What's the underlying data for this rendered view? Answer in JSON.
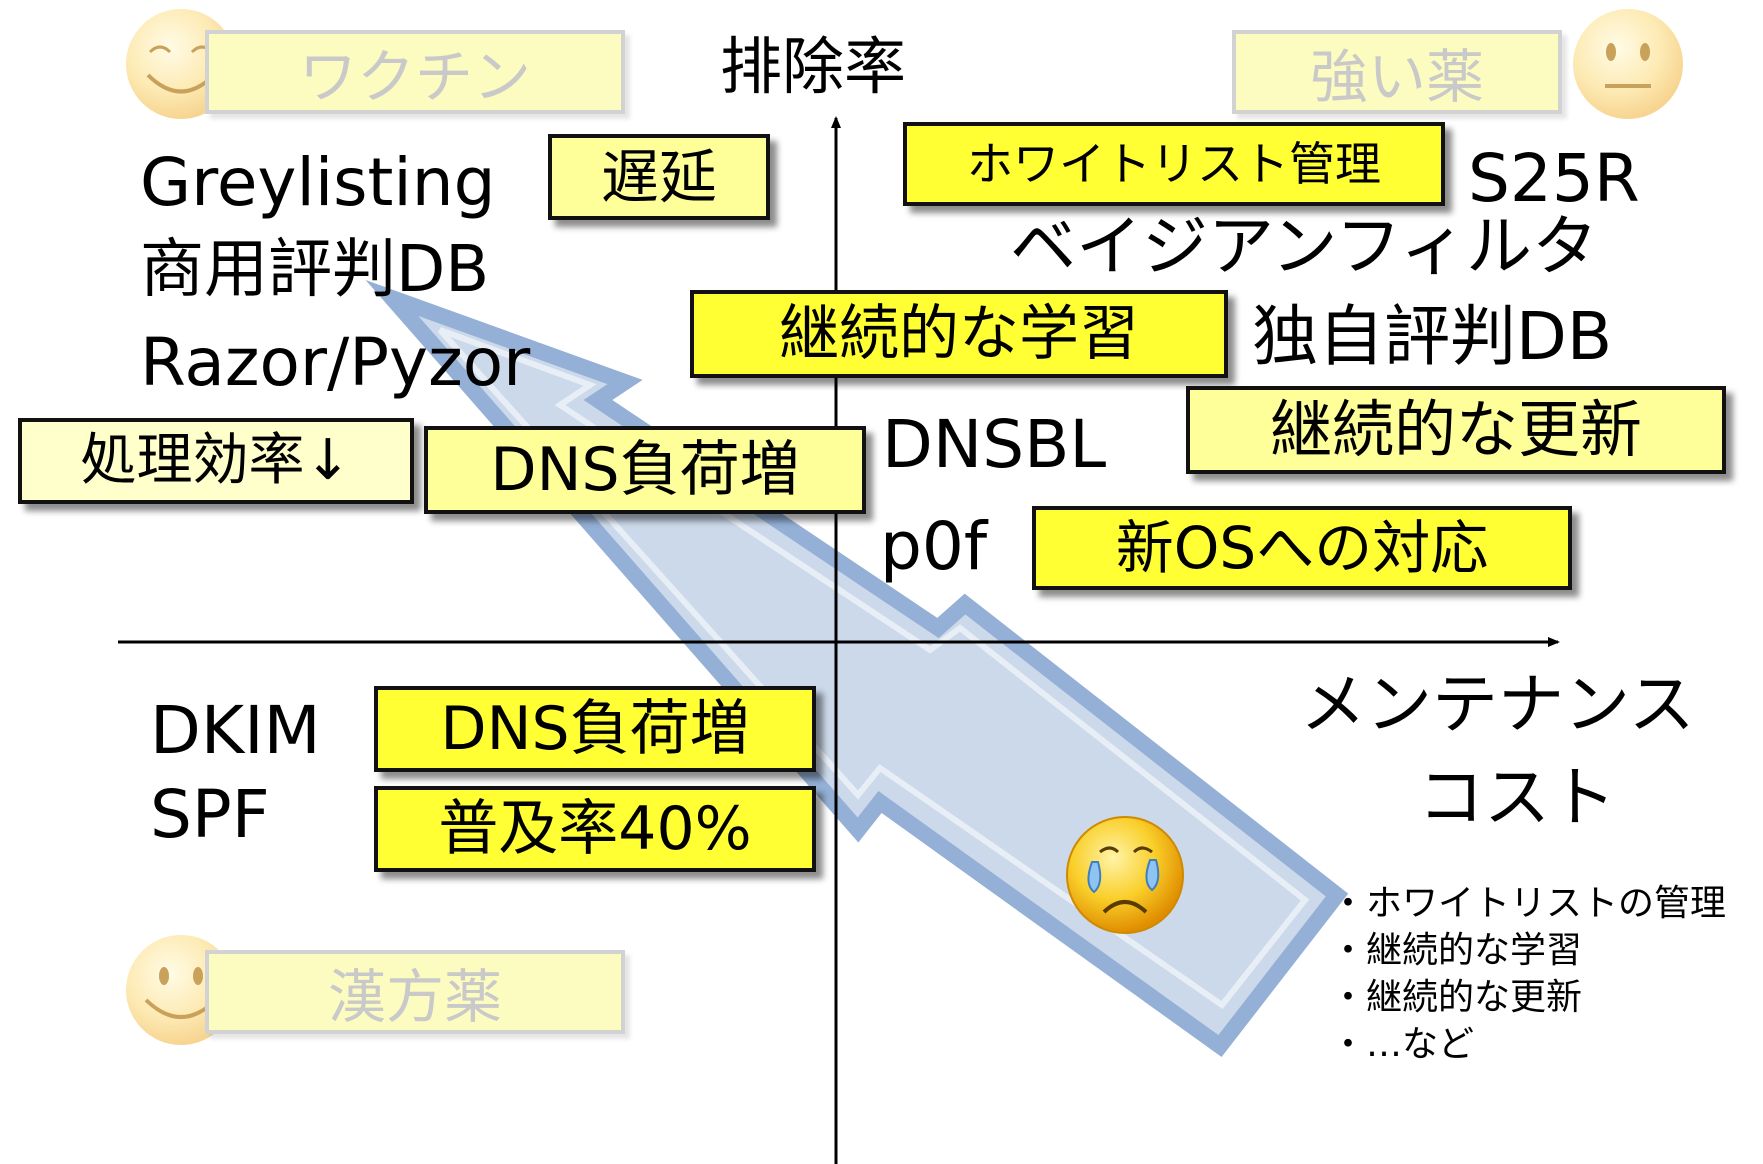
{
  "quadrants": {
    "top_left": "ワクチン",
    "top_right": "強い薬",
    "bottom_left": "漢方薬"
  },
  "axes": {
    "y_label": "排除率",
    "x_label_line1": "メンテナンス",
    "x_label_line2": "コスト"
  },
  "top_left": {
    "greylisting": "Greylisting",
    "greylisting_note": "遅延",
    "commercial_db": "商用評判DB",
    "razor": "Razor/Pyzor",
    "note_efficiency": "処理効率↓",
    "note_dns": "DNS負荷増"
  },
  "top_right": {
    "whitelist_note": "ホワイトリスト管理",
    "s25r": "S25R",
    "bayesian": "ベイジアンフィルタ",
    "learning_note": "継続的な学習",
    "own_db": "独自評判DB",
    "dnsbl": "DNSBL",
    "update_note": "継続的な更新",
    "p0f": "p0f",
    "newos_note": "新OSへの対応"
  },
  "bottom_left": {
    "dkim": "DKIM",
    "dkim_note": "DNS負荷増",
    "spf": "SPF",
    "spf_note": "普及率40%"
  },
  "bottom_right_notes": [
    "・ホワイトリストの管理",
    "・継続的な学習",
    "・継続的な更新",
    "・…など"
  ],
  "colors": {
    "highlight": "#ffff33",
    "quadrant_box": "#fdfcc0",
    "arrow_fill": "#c6d5e8",
    "arrow_stroke": "#94b0d6",
    "face": "#f7c61a"
  },
  "icons": {
    "top_left_face": "content-face-icon",
    "top_right_face": "neutral-face-icon",
    "bottom_left_face": "smiling-face-icon",
    "crying_face": "crying-face-icon"
  }
}
